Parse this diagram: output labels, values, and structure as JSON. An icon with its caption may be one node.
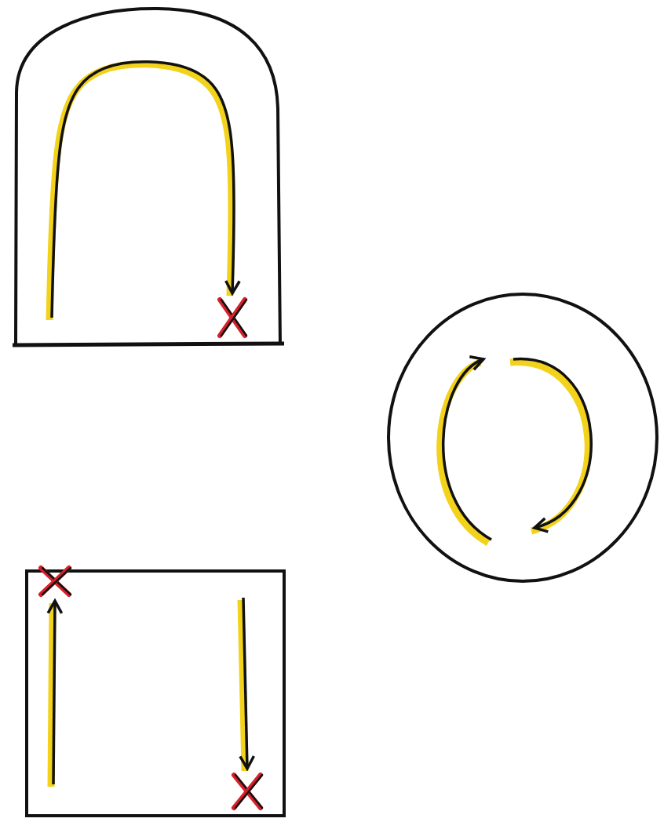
{
  "diagram": {
    "nodes": [
      {
        "text": [],
        "shape": "arch"
      },
      {
        "text": [],
        "shape": "cross",
        "in": 0
      },
      {
        "text": [],
        "shape": "circle"
      },
      {
        "text": [],
        "shape": "box"
      },
      {
        "text": [],
        "shape": "cross",
        "in": 3
      },
      {
        "text": [],
        "shape": "cross",
        "in": 3
      }
    ],
    "edges": [
      {
        "from": null,
        "to": 1,
        "arrow": "to"
      },
      {
        "from": null,
        "to": 4,
        "arrow": "to"
      },
      {
        "from": null,
        "to": 5,
        "arrow": "to"
      }
    ]
  }
}
